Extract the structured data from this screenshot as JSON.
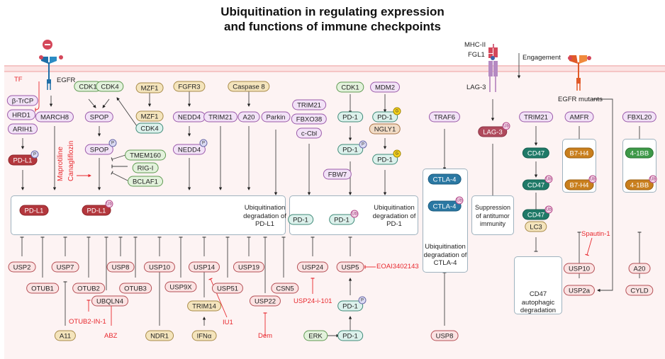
{
  "title": {
    "line1": "Ubiquitination in regulating expression",
    "line2": "and functions of immune checkpoints"
  },
  "receptors": {
    "egfr": "EGFR",
    "egfr_inhibitor": "TF",
    "mhc": "MHC-II",
    "fgl1": "FGL1",
    "engagement": "Engagement",
    "lag3_receptor": "LAG-3",
    "egfr_mutants": "EGFR mutants"
  },
  "pdl1_pathway": {
    "btrcp": "β-TrCP",
    "hrd1": "HRD1",
    "arih1": "ARIH1",
    "pdl1_p": "PD-L1",
    "march8": "MARCH8",
    "drugs": [
      "Maprotiline",
      "Canagliflozin"
    ],
    "cdk1": "CDK1",
    "cdk4": "CDK4",
    "spop": "SPOP",
    "spop_p": "SPOP",
    "mzf1_top": "MZF1",
    "mzf1": "MZF1",
    "cdk4_b": "CDK4",
    "tmem160": "TMEM160",
    "rigi": "RIG-I",
    "bclaf1": "BCLAF1",
    "fgfr3": "FGFR3",
    "nedd4": "NEDD4",
    "nedd4_p": "NEDD4",
    "trim21": "TRIM21",
    "caspase8": "Caspase 8",
    "a20": "A20",
    "parkin": "Parkin",
    "box_pdl1": "PD-L1",
    "box_pdl1_ub": "PD-L1",
    "box_text": [
      "Ubiquitination",
      "degradation of",
      "PD-L1"
    ]
  },
  "pdl1_dubs": {
    "usp2": "USP2",
    "otub1": "OTUB1",
    "usp7": "USP7",
    "otub2": "OTUB2",
    "ubqln4": "UBQLN4",
    "usp8": "USP8",
    "otub3": "OTUB3",
    "usp10": "USP10",
    "usp9x": "USP9X",
    "usp14": "USP14",
    "usp51": "USP51",
    "usp19": "USP19",
    "usp22": "USP22",
    "csn5": "CSN5",
    "trim14": "TRIM14",
    "a11": "A11",
    "ndr1": "NDR1",
    "ifna": "IFNα",
    "otub2_in1": "OTUB2-IN-1",
    "abz": "ABZ",
    "iu1": "IU1",
    "dem": "Dem"
  },
  "pd1_pathway": {
    "trim21": "TRIM21",
    "fbxo38": "FBXO38",
    "ccbl": "c-Cbl",
    "cdk1": "CDK1",
    "pd1_a": "PD-1",
    "pd1_p": "PD-1",
    "fbw7": "FBW7",
    "mdm2": "MDM2",
    "pd1_g": "PD-1",
    "ngly1": "NGLY1",
    "pd1_dg": "PD-1",
    "box_pd1": "PD-1",
    "box_pd1_ub": "PD-1",
    "box_text": [
      "Ubiquitination",
      "degradation of",
      "PD-1"
    ],
    "usp24": "USP24",
    "usp5": "USP5",
    "usp24_inh": "USP24-i-101",
    "eoai": "EOAI3402143",
    "erk": "ERK",
    "pd1_erk": "PD-1",
    "pd1_erk_p": "PD-1"
  },
  "ctla4_pathway": {
    "traf6": "TRAF6",
    "ctla4": "CTLA-4",
    "ctla4_ub": "CTLA-4",
    "box_text": [
      "Ubiquitination",
      "degradation of",
      "CTLA-4"
    ],
    "usp8": "USP8"
  },
  "lag3_pathway": {
    "lag3_ub": "LAG-3",
    "box_text": [
      "Suppression",
      "of antitumor",
      "immunity"
    ]
  },
  "cd47_pathway": {
    "trim21": "TRIM21",
    "cd47": "CD47",
    "cd47_ub": "CD47",
    "cd47_ub2": "CD47",
    "lc3": "LC3",
    "box_text": [
      "CD47",
      "autophagic",
      "degradation"
    ]
  },
  "b7h4_pathway": {
    "amfr": "AMFR",
    "b7h4": "B7-H4",
    "b7h4_ub": "B7-H4",
    "spautin": "Spautin-1",
    "usp10": "USP10",
    "usp2a": "USP2a"
  },
  "bb41_pathway": {
    "fbxl20": "FBXL20",
    "bb": "4-1BB",
    "bb_ub": "4-1BB",
    "a20": "A20",
    "cyld": "CYLD"
  },
  "badges": {
    "p": "P",
    "ub": "Ub",
    "g": "G"
  },
  "colors": {
    "cell_bg": "#fdf3f3",
    "inhibitor_red": "#e8282e",
    "ligase_purple": "#9b5aaa",
    "dub_pink": "#b54f55"
  }
}
